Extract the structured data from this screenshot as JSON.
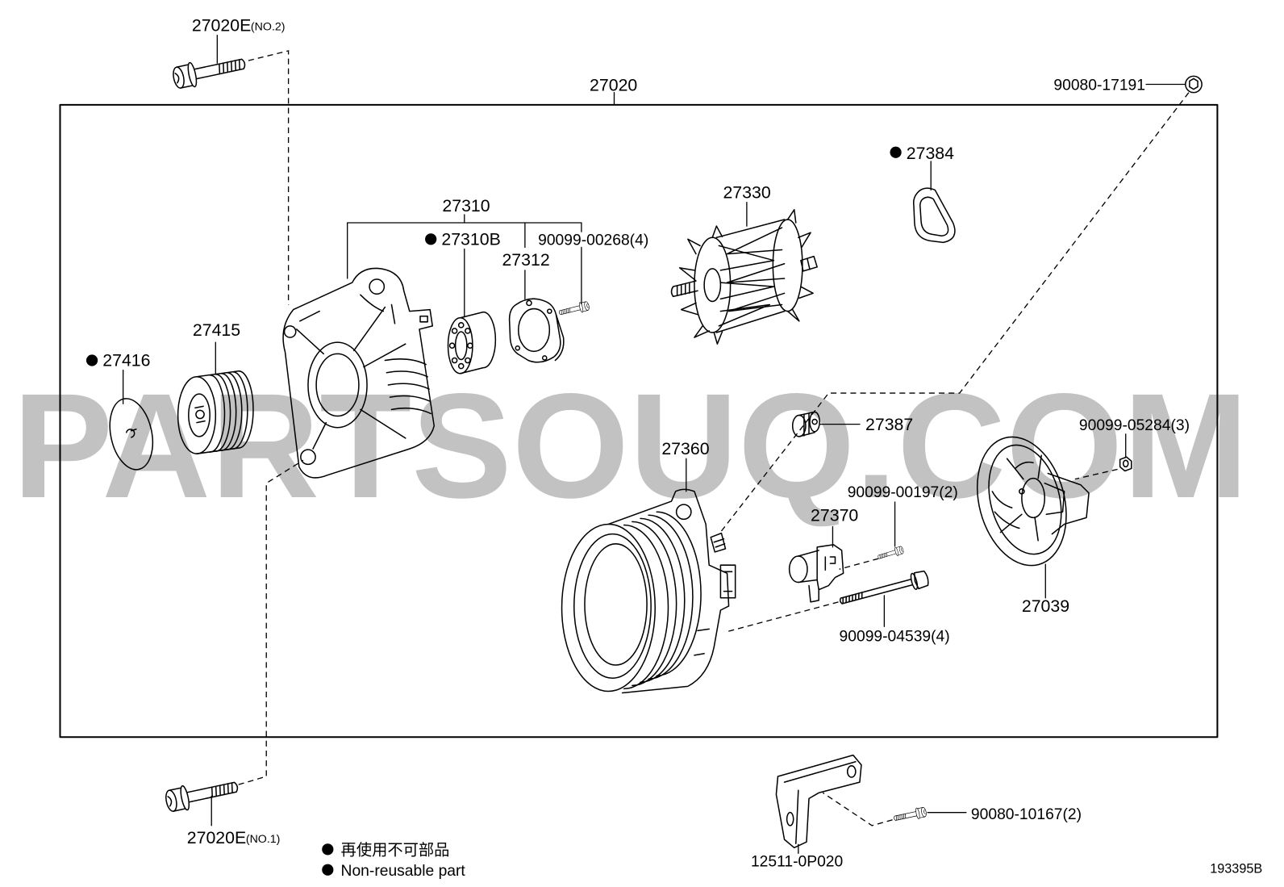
{
  "diagram": {
    "assembly": {
      "number": "27020"
    },
    "callouts": {
      "bolt_no2": {
        "number": "27020E",
        "suffix": "(NO.2)"
      },
      "top_nut": {
        "number": "90080-17191"
      },
      "gasket": {
        "number": "27384",
        "non_reusable": true
      },
      "rotor": {
        "number": "27330"
      },
      "drive_frame": {
        "number": "27310"
      },
      "bearing": {
        "number": "27310B",
        "non_reusable": true
      },
      "plate_screw": {
        "number": "90099-00268(4)"
      },
      "retainer_plate": {
        "number": "27312"
      },
      "pulley": {
        "number": "27415"
      },
      "pulley_cap": {
        "number": "27416",
        "non_reusable": true
      },
      "terminal": {
        "number": "27387"
      },
      "cover_nut": {
        "number": "90099-05284(3)"
      },
      "stator_frame": {
        "number": "27360"
      },
      "regulator_screw": {
        "number": "90099-00197(2)"
      },
      "regulator": {
        "number": "27370"
      },
      "rear_cover": {
        "number": "27039"
      },
      "through_bolt": {
        "number": "90099-04539(4)"
      },
      "bracket_bolt": {
        "number": "90080-10167(2)"
      },
      "bracket": {
        "number": "12511-0P020"
      },
      "bolt_no1": {
        "number": "27020E",
        "suffix": "(NO.1)"
      }
    }
  },
  "legend": {
    "items": [
      {
        "text": "再使用不可部品"
      },
      {
        "text": "Non-reusable part"
      }
    ]
  },
  "figure_id": "193395B",
  "watermark": "PARTSOUQ.COM",
  "colors": {
    "line": "#000000",
    "background": "#ffffff",
    "watermark": "#c2c2c2"
  }
}
